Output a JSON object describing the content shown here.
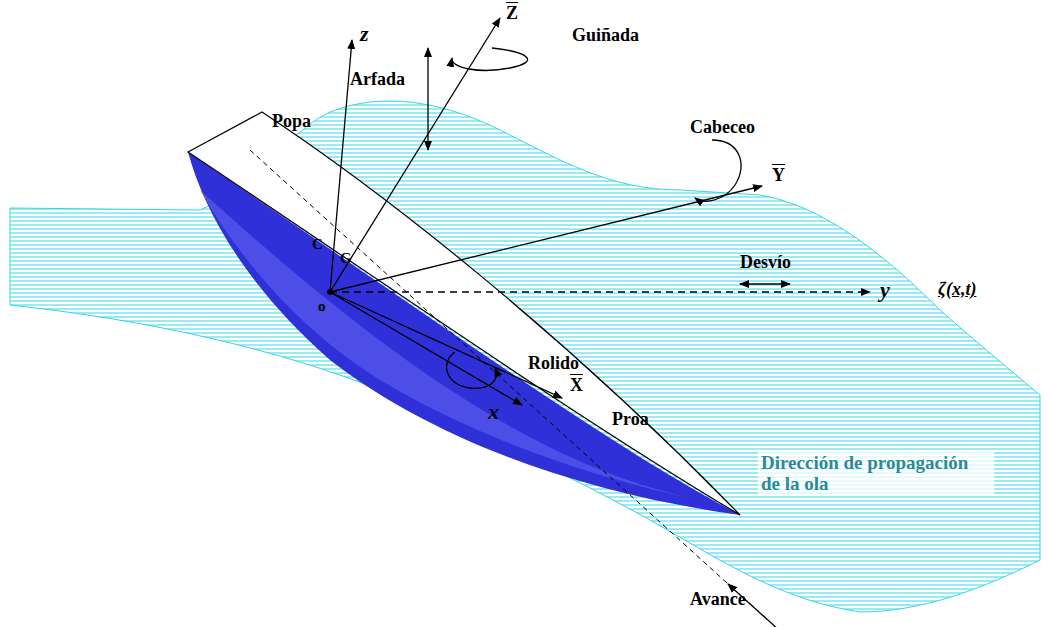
{
  "diagram": {
    "labels": [
      "Arfada",
      "z",
      "Z",
      "Guiñada",
      "Popa",
      "Cabeceo",
      "Y",
      "C",
      "G",
      "Desvío",
      "y",
      "ζ(x,t)",
      "o",
      "Rolido",
      "x",
      "X",
      "Proa",
      "Dirección de propagación de la ola",
      "Avance"
    ]
  }
}
